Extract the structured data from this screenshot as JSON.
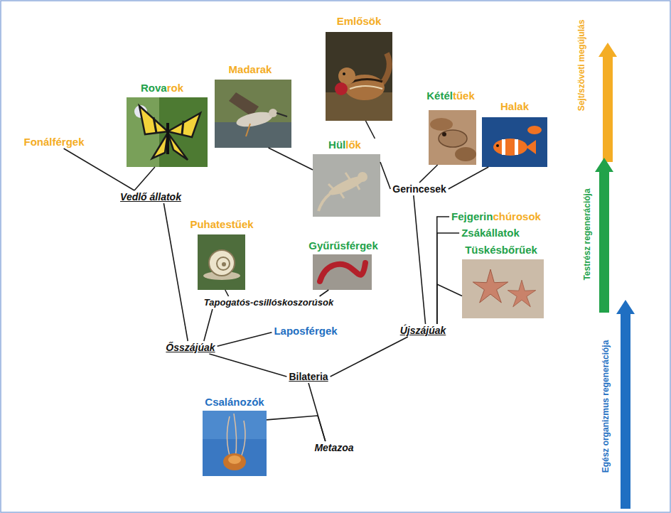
{
  "diagram": {
    "nodes": [
      {
        "text": [
          "Emlősök"
        ]
      },
      {
        "text": [
          "Madarak"
        ]
      },
      {
        "text": [
          "Rovarok"
        ]
      },
      {
        "text": [
          "Kétéltűek"
        ]
      },
      {
        "text": [
          "Halak"
        ]
      },
      {
        "text": [
          "Fonálférgek"
        ]
      },
      {
        "text": [
          "Hüllők"
        ]
      },
      {
        "text": [
          "Vedlő állatok"
        ]
      },
      {
        "text": [
          "Gerincesek"
        ]
      },
      {
        "text": [
          "Fejgerinchúrosok"
        ]
      },
      {
        "text": [
          "Puhatestűek"
        ]
      },
      {
        "text": [
          "Zsákállatok"
        ]
      },
      {
        "text": [
          "Gyűrűsférgek"
        ]
      },
      {
        "text": [
          "Tüskésbőrűek"
        ]
      },
      {
        "text": [
          "Tapogatós-csillóskoszorúsok"
        ]
      },
      {
        "text": [
          "Laposférgek"
        ]
      },
      {
        "text": [
          "Újszájúak"
        ]
      },
      {
        "text": [
          "Ősszájúak"
        ]
      },
      {
        "text": [
          "Bilateria"
        ]
      },
      {
        "text": [
          "Csalánozók"
        ]
      },
      {
        "text": [
          "Metazoa"
        ]
      }
    ],
    "edges": [
      {
        "from": 20,
        "to": 18,
        "arrow": "none"
      },
      {
        "from": 20,
        "to": 19,
        "arrow": "none"
      },
      {
        "from": 18,
        "to": 17,
        "arrow": "none"
      },
      {
        "from": 18,
        "to": 16,
        "arrow": "none"
      },
      {
        "from": 17,
        "to": 7,
        "arrow": "none"
      },
      {
        "from": 17,
        "to": 14,
        "arrow": "none"
      },
      {
        "from": 17,
        "to": 15,
        "arrow": "none"
      },
      {
        "from": 7,
        "to": 5,
        "arrow": "none"
      },
      {
        "from": 7,
        "to": 2,
        "arrow": "none"
      },
      {
        "from": 14,
        "to": 10,
        "arrow": "none"
      },
      {
        "from": 14,
        "to": 12,
        "arrow": "none"
      },
      {
        "from": 16,
        "to": 8,
        "arrow": "none"
      },
      {
        "from": 16,
        "to": 13,
        "arrow": "none"
      },
      {
        "from": 16,
        "to": 11,
        "arrow": "none"
      },
      {
        "from": 16,
        "to": 9,
        "arrow": "none"
      },
      {
        "from": 8,
        "to": 6,
        "arrow": "none"
      },
      {
        "from": 8,
        "to": 3,
        "arrow": "none"
      },
      {
        "from": 8,
        "to": 4,
        "arrow": "none"
      },
      {
        "from": 6,
        "to": 1,
        "arrow": "none"
      },
      {
        "from": 6,
        "to": 0,
        "arrow": "none"
      }
    ],
    "legend": [
      {
        "text": "Sejt/szöveti megújulás",
        "color": "#f4ad25"
      },
      {
        "text": "Testrész regenerációja",
        "color": "#22a24a"
      },
      {
        "text": "Egész organizmus regenerációja",
        "color": "#1f6fc2"
      }
    ]
  }
}
